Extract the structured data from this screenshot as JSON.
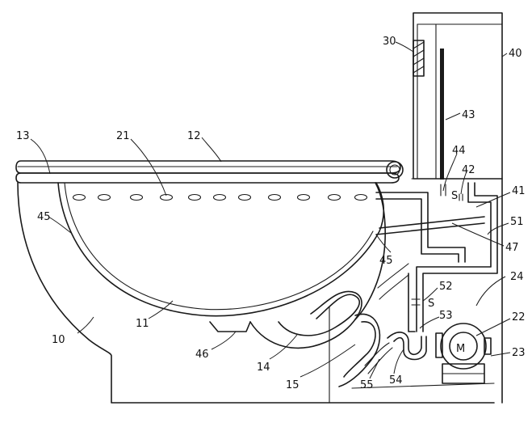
{
  "diagram": {
    "labels": {
      "l10": "10",
      "l11": "11",
      "l12": "12",
      "l13": "13",
      "l14": "14",
      "l15": "15",
      "l21": "21",
      "l22": "22",
      "l23": "23",
      "l24": "24",
      "l30": "30",
      "l40": "40",
      "l41": "41",
      "l42": "42",
      "l43": "43",
      "l44": "44",
      "l45a": "45",
      "l45b": "45",
      "l46": "46",
      "l47": "47",
      "l51": "51",
      "l52": "52",
      "l53": "53",
      "l54": "54",
      "l55": "55"
    },
    "motor_letter": "M",
    "valve_letter": "S"
  }
}
